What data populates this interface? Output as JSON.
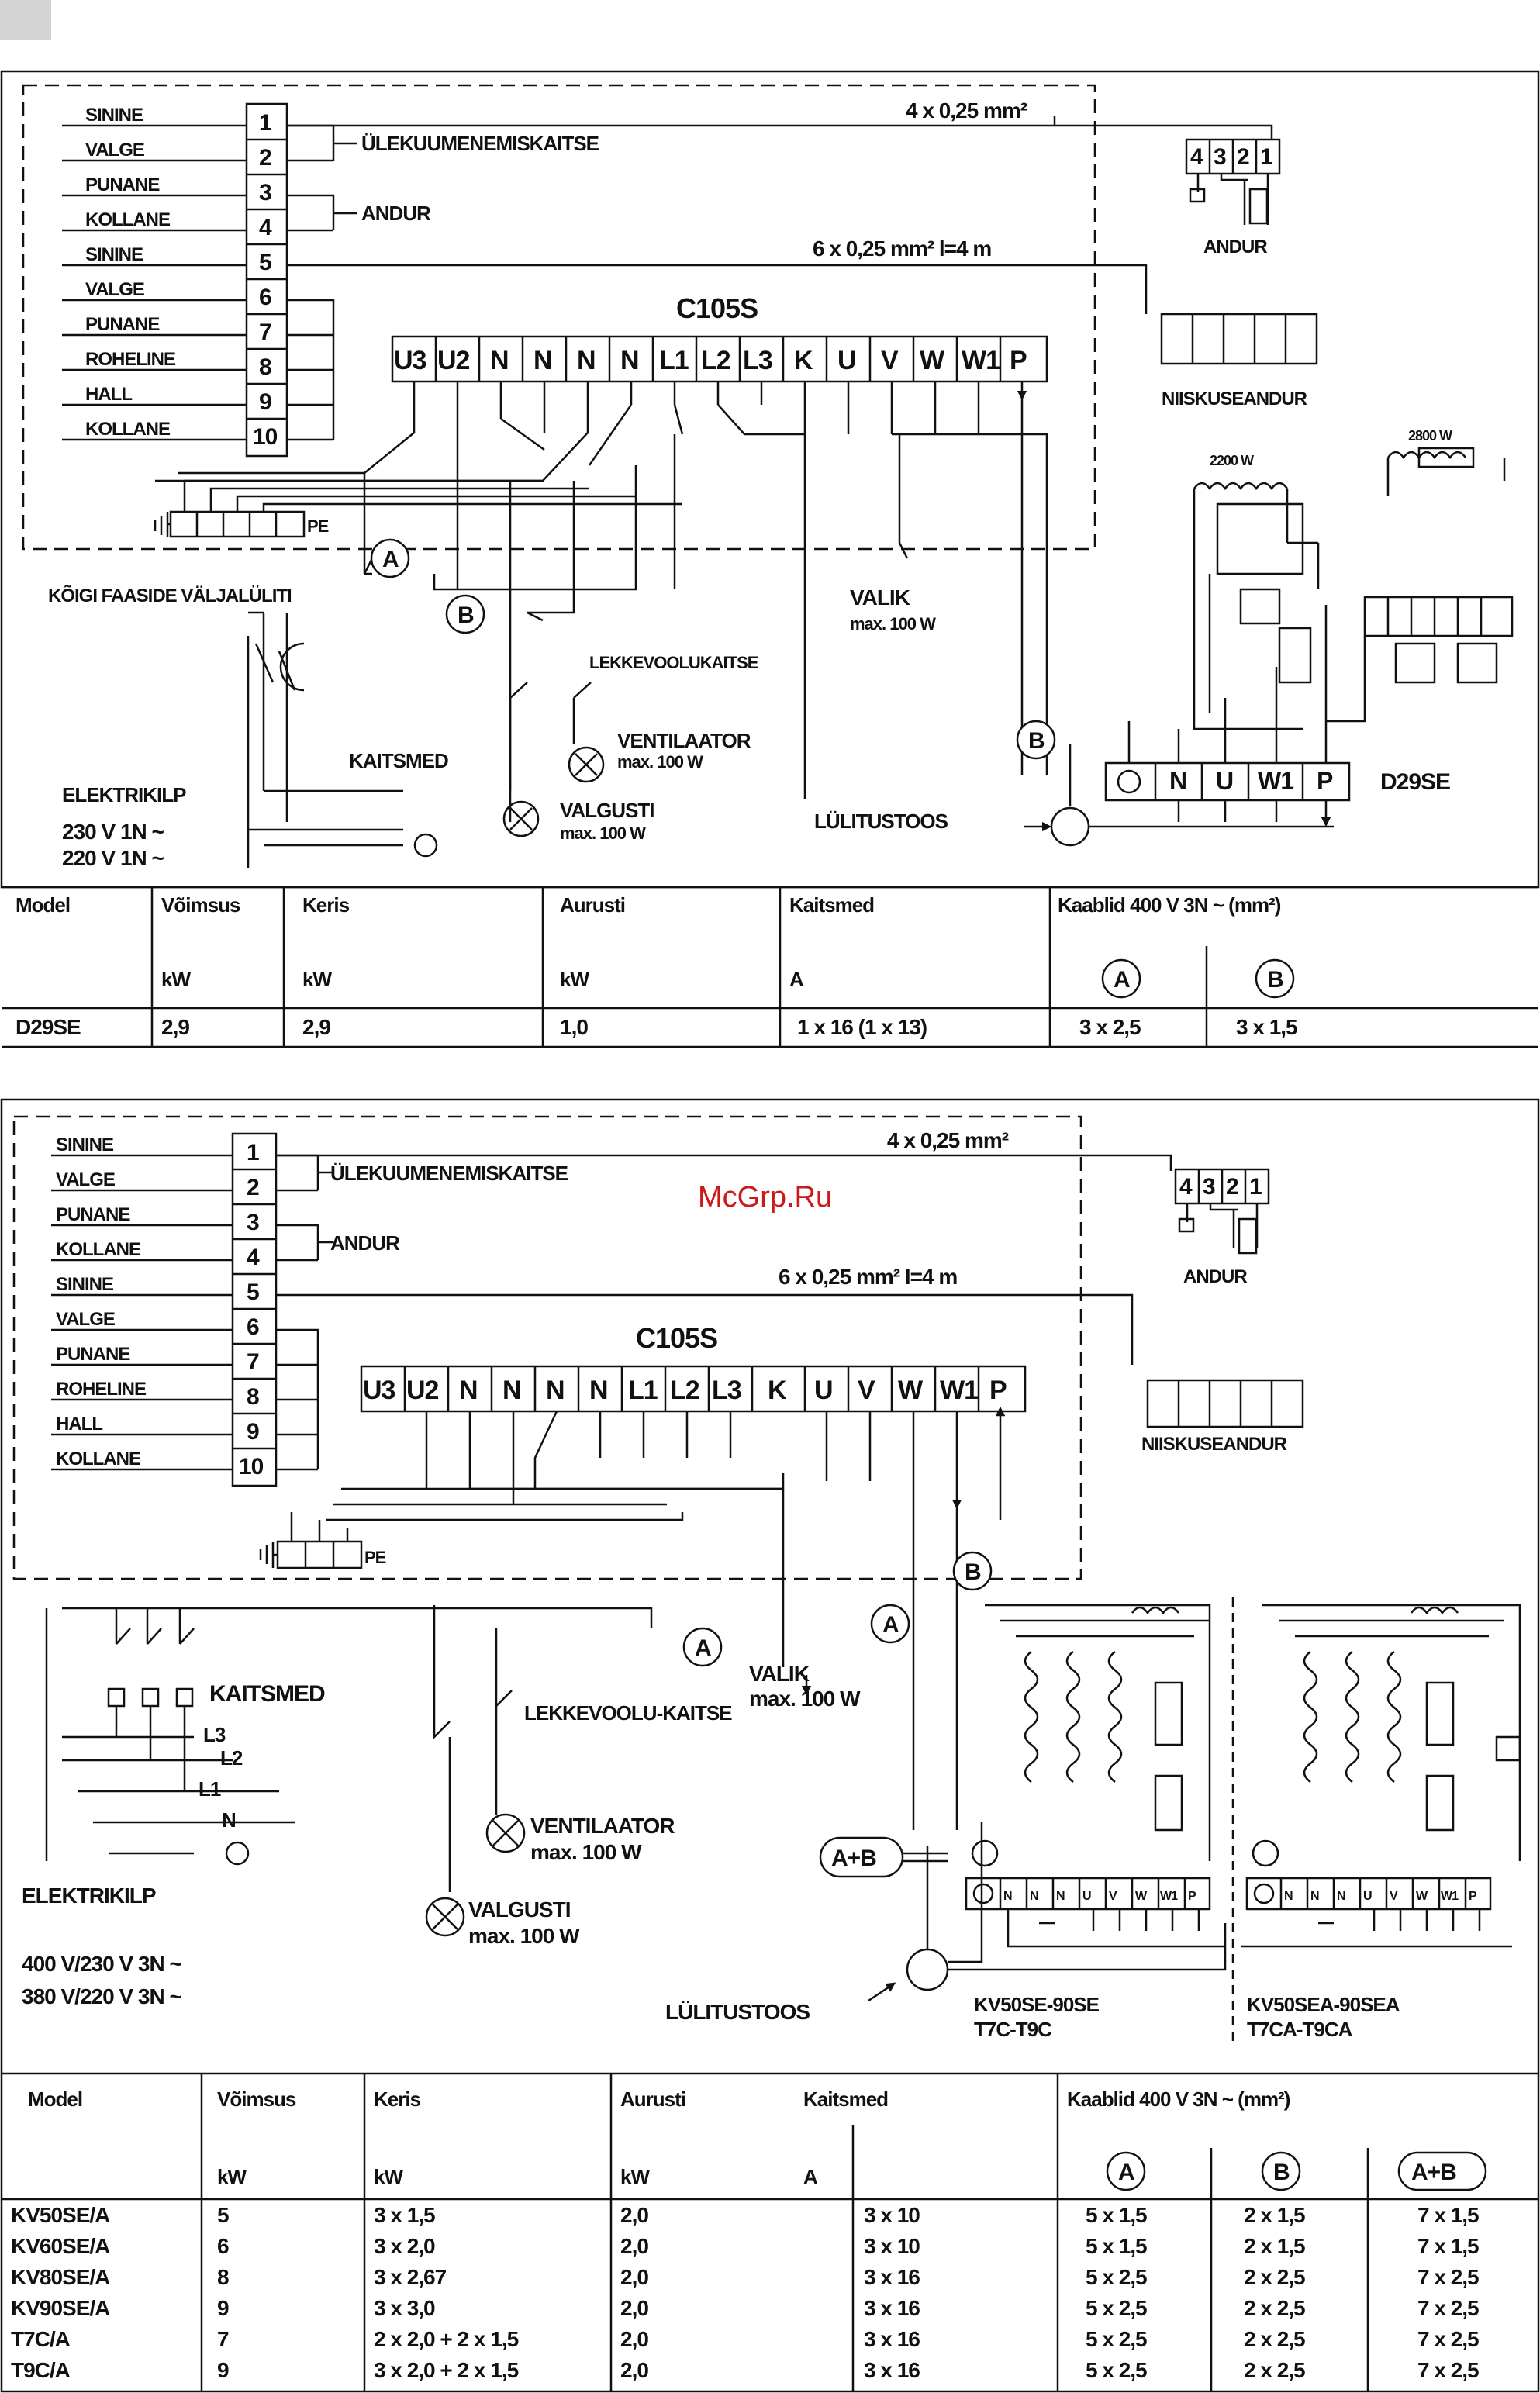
{
  "diagram1": {
    "wire_colors": [
      "SININE",
      "VALGE",
      "PUNANE",
      "KOLLANE",
      "SININE",
      "VALGE",
      "PUNANE",
      "ROHELINE",
      "HALL",
      "KOLLANE"
    ],
    "terminal_numbers": [
      "1",
      "2",
      "3",
      "4",
      "5",
      "6",
      "7",
      "8",
      "9",
      "10"
    ],
    "cable_4": "4 x 0,25 mm²",
    "cable_6": "6 x 0,25 mm²   l=4 m",
    "overheat_label": "ÜLEKUUMENEMISKAITSE",
    "sensor_label": "ANDUR",
    "controller": "C105S",
    "controller_terminals": [
      "U3",
      "U2",
      "N",
      "N",
      "N",
      "N",
      "L1",
      "L2",
      "L3",
      "K",
      "U",
      "V",
      "W",
      "W1",
      "P"
    ],
    "pe": "PE",
    "sensor_pins": [
      "4",
      "3",
      "2",
      "1"
    ],
    "sensor_caption": "ANDUR",
    "humidity_sensor": "NIISKUSEANDUR",
    "heater_label_1": "2200 W",
    "heater_label_2": "2800 W",
    "multipole_switch": "KÕIGI FAASIDE VÄLJALÜLITI",
    "fuses": "KAITSMED",
    "supply": "ELEKTRIKILP",
    "voltage_1": "230 V 1N ~",
    "voltage_2": "220 V 1N ~",
    "optional": "VALIK",
    "optional_max": "max. 100 W",
    "rcd": "LEKKEVOOLUKAITSE",
    "fan": "VENTILAATOR",
    "fan_max": "max. 100 W",
    "lamp": "VALGUSTI",
    "lamp_max": "max. 100 W",
    "switch_box": "LÜLITUSTOOS",
    "model": "D29SE",
    "model_terminals": [
      "N",
      "U",
      "W1",
      "P"
    ],
    "marker_a": "A",
    "marker_b": "B"
  },
  "table1": {
    "headers": [
      "Model",
      "Võimsus",
      "Keris",
      "Aurusti",
      "Kaitsmed",
      "Kaablid 400 V 3N ~ (mm²)"
    ],
    "units": [
      "",
      "kW",
      "kW",
      "kW",
      "A"
    ],
    "cable_heads": [
      "A",
      "B"
    ],
    "rows": [
      [
        "D29SE",
        "2,9",
        "2,9",
        "1,0",
        "1 x 16 (1 x 13)",
        "3 x 2,5",
        "3 x 1,5"
      ]
    ]
  },
  "diagram2": {
    "wire_colors": [
      "SININE",
      "VALGE",
      "PUNANE",
      "KOLLANE",
      "SININE",
      "VALGE",
      "PUNANE",
      "ROHELINE",
      "HALL",
      "KOLLANE"
    ],
    "terminal_numbers": [
      "1",
      "2",
      "3",
      "4",
      "5",
      "6",
      "7",
      "8",
      "9",
      "10"
    ],
    "cable_4": "4 x 0,25 mm²",
    "cable_6": "6 x 0,25 mm²   l=4 m",
    "overheat_label": "ÜLEKUUMENEMISKAITSE",
    "sensor_label": "ANDUR",
    "controller": "C105S",
    "controller_terminals": [
      "U3",
      "U2",
      "N",
      "N",
      "N",
      "N",
      "L1",
      "L2",
      "L3",
      "K",
      "U",
      "V",
      "W",
      "W1",
      "P"
    ],
    "pe": "PE",
    "sensor_pins": [
      "4",
      "3",
      "2",
      "1"
    ],
    "sensor_caption": "ANDUR",
    "humidity_sensor": "NIISKUSEANDUR",
    "fuses": "KAITSMED",
    "phases": [
      "L3",
      "L2",
      "L1",
      "N"
    ],
    "supply": "ELEKTRIKILP",
    "voltage_1": "400 V/230 V 3N ~",
    "voltage_2": "380 V/220 V 3N ~",
    "rcd": "LEKKEVOOLU-KAITSE",
    "fan": "VENTILAATOR",
    "fan_max": "max. 100 W",
    "lamp": "VALGUSTI",
    "lamp_max": "max. 100 W",
    "optional": "VALIK",
    "optional_max": "max. 100 W",
    "switch_box": "LÜLITUSTOOS",
    "marker_a": "A",
    "marker_b": "B",
    "marker_ab": "A+B",
    "heater_terminals": [
      "N",
      "N",
      "N",
      "U",
      "V",
      "W",
      "W1",
      "P"
    ],
    "model_left": "KV50SE-90SE",
    "model_left_2": "T7C-T9C",
    "model_right": "KV50SEA-90SEA",
    "model_right_2": "T7CA-T9CA"
  },
  "table2": {
    "headers": [
      "Model",
      "Võimsus",
      "Keris",
      "Aurusti",
      "Kaitsmed",
      "Kaablid 400 V 3N ~ (mm²)"
    ],
    "units": [
      "kW",
      "kW",
      "kW",
      "A"
    ],
    "cable_heads": [
      "A",
      "B",
      "A+B"
    ],
    "rows": [
      [
        "KV50SE/A",
        "5",
        "3 x 1,5",
        "2,0",
        "3 x 10",
        "5 x 1,5",
        "2 x 1,5",
        "7 x 1,5"
      ],
      [
        "KV60SE/A",
        "6",
        "3 x 2,0",
        "2,0",
        "3 x 10",
        "5 x 1,5",
        "2 x 1,5",
        "7 x 1,5"
      ],
      [
        "KV80SE/A",
        "8",
        "3 x 2,67",
        "2,0",
        "3 x 16",
        "5 x 2,5",
        "2 x 2,5",
        "7 x 2,5"
      ],
      [
        "KV90SE/A",
        "9",
        "3 x 3,0",
        "2,0",
        "3 x 16",
        "5 x 2,5",
        "2 x 2,5",
        "7 x 2,5"
      ],
      [
        "T7C/A",
        "7",
        "2 x 2,0 + 2 x 1,5",
        "2,0",
        "3 x 16",
        "5 x 2,5",
        "2 x 2,5",
        "7 x 2,5"
      ],
      [
        "T9C/A",
        "9",
        "3 x 2,0 + 2 x 1,5",
        "2,0",
        "3 x 16",
        "5 x 2,5",
        "2 x 2,5",
        "7 x 2,5"
      ]
    ]
  },
  "watermark": "McGrp.Ru"
}
